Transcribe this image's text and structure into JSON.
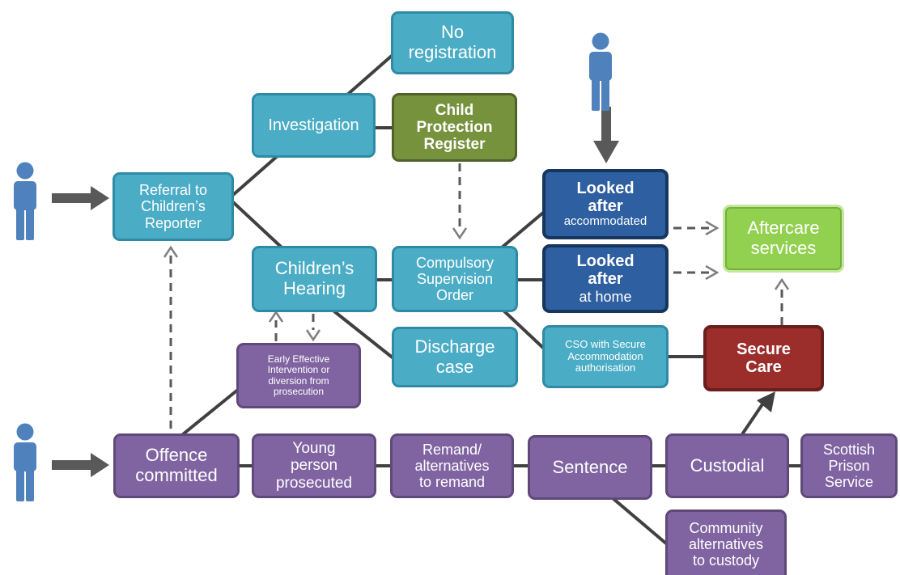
{
  "colors": {
    "teal": "#4bacc6",
    "green": "#76923c",
    "navy": "#2e5fa0",
    "lime": "#92d050",
    "red": "#9b2d2b",
    "purple": "#8064a2",
    "connector": "#404040",
    "person": "#4f81bd"
  },
  "icons": {
    "person": "person-icon",
    "arrow": "arrow-icon"
  },
  "nodes": {
    "no_registration": [
      "No",
      "registration"
    ],
    "investigation": [
      "Investigation"
    ],
    "child_protection_register": [
      "Child",
      "Protection",
      "Register"
    ],
    "referral": [
      "Referral to",
      "Children’s",
      "Reporter"
    ],
    "looked_after_accommodated": {
      "title": [
        "Looked",
        "after"
      ],
      "sub": "accommodated"
    },
    "aftercare": [
      "Aftercare",
      "services"
    ],
    "childrens_hearing": [
      "Children’s",
      "Hearing"
    ],
    "cso": [
      "Compulsory",
      "Supervision",
      "Order"
    ],
    "looked_after_home": {
      "title": [
        "Looked",
        "after"
      ],
      "sub": "at home"
    },
    "early_intervention": [
      "Early Effective",
      "Intervention or",
      "diversion from",
      "prosecution"
    ],
    "discharge": [
      "Discharge",
      "case"
    ],
    "cso_secure": [
      "CSO with Secure",
      "Accommodation",
      "authorisation"
    ],
    "secure_care": [
      "Secure",
      "Care"
    ],
    "offence": [
      "Offence",
      "committed"
    ],
    "prosecuted": [
      "Young",
      "person",
      "prosecuted"
    ],
    "remand": [
      "Remand/",
      "alternatives",
      "to remand"
    ],
    "sentence": [
      "Sentence"
    ],
    "custodial": [
      "Custodial"
    ],
    "prison": [
      "Scottish",
      "Prison",
      "Service"
    ],
    "community": [
      "Community",
      "alternatives",
      "to custody"
    ]
  }
}
